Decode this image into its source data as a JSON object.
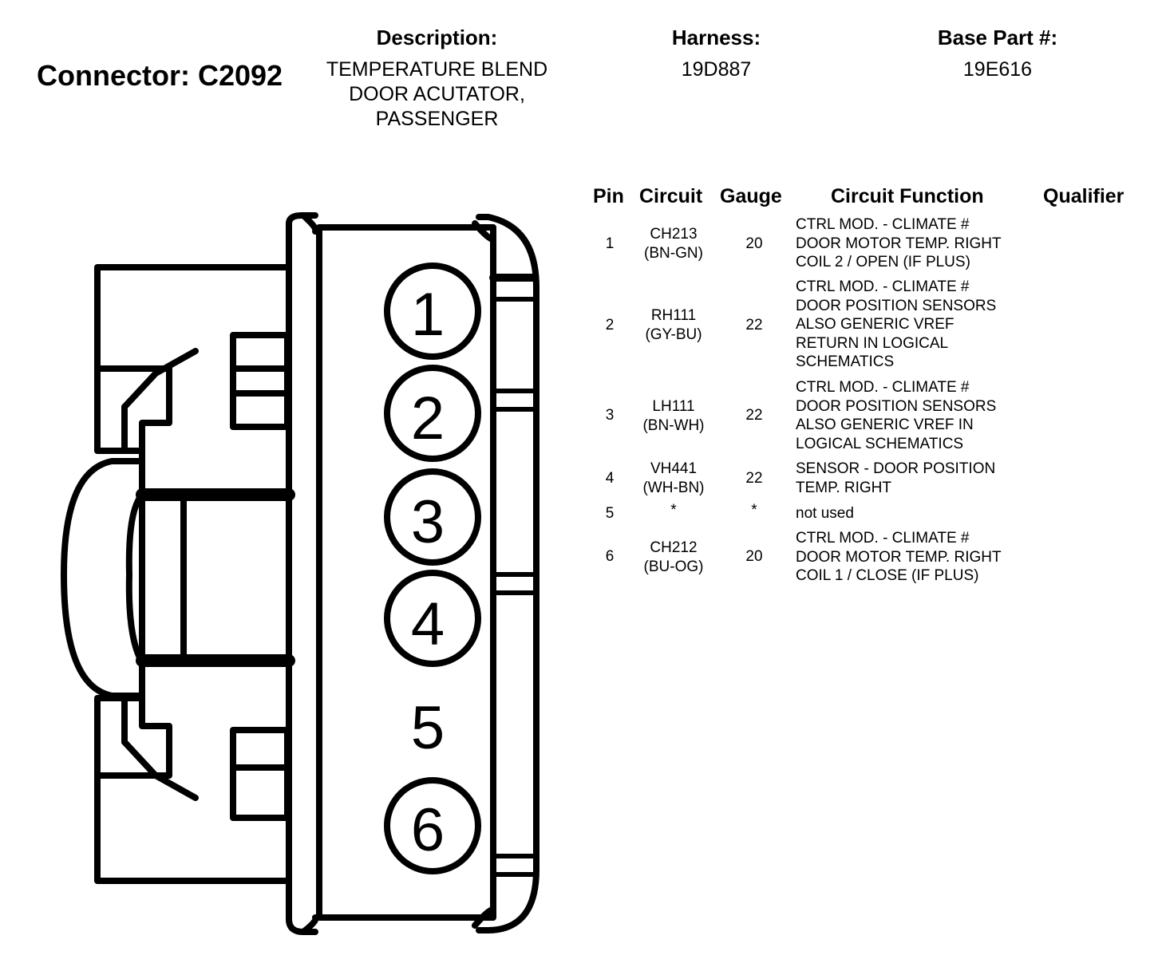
{
  "header": {
    "connector_label": "Connector: C2092",
    "description_label": "Description:",
    "description_value": "TEMPERATURE BLEND\nDOOR ACUTATOR,\nPASSENGER",
    "harness_label": "Harness:",
    "harness_value": "19D887",
    "base_part_label": "Base Part #:",
    "base_part_value": "19E616"
  },
  "table": {
    "headers": [
      "Pin",
      "Circuit",
      "Gauge",
      "Circuit Function",
      "Qualifier"
    ],
    "rows": [
      {
        "pin": "1",
        "circuit": "CH213",
        "color": "(BN-GN)",
        "gauge": "20",
        "function": "CTRL MOD. - CLIMATE #\nDOOR MOTOR TEMP. RIGHT\nCOIL 2 / OPEN (IF PLUS)"
      },
      {
        "pin": "2",
        "circuit": "RH111",
        "color": "(GY-BU)",
        "gauge": "22",
        "function": "CTRL MOD. - CLIMATE #\nDOOR POSITION SENSORS\nALSO GENERIC VREF\nRETURN IN LOGICAL\nSCHEMATICS"
      },
      {
        "pin": "3",
        "circuit": "LH111",
        "color": "(BN-WH)",
        "gauge": "22",
        "function": "CTRL MOD. - CLIMATE #\nDOOR POSITION SENSORS\nALSO GENERIC VREF IN\nLOGICAL SCHEMATICS"
      },
      {
        "pin": "4",
        "circuit": "VH441",
        "color": "(WH-BN)",
        "gauge": "22",
        "function": "SENSOR - DOOR POSITION\nTEMP. RIGHT"
      },
      {
        "pin": "5",
        "circuit": "*",
        "color": "",
        "gauge": "*",
        "function": "not used"
      },
      {
        "pin": "6",
        "circuit": "CH212",
        "color": "(BU-OG)",
        "gauge": "20",
        "function": "CTRL MOD. - CLIMATE #\nDOOR MOTOR TEMP. RIGHT\nCOIL 1 / CLOSE (IF PLUS)"
      }
    ]
  },
  "connector": {
    "pin_labels": [
      "1",
      "2",
      "3",
      "4",
      "5",
      "6"
    ]
  }
}
